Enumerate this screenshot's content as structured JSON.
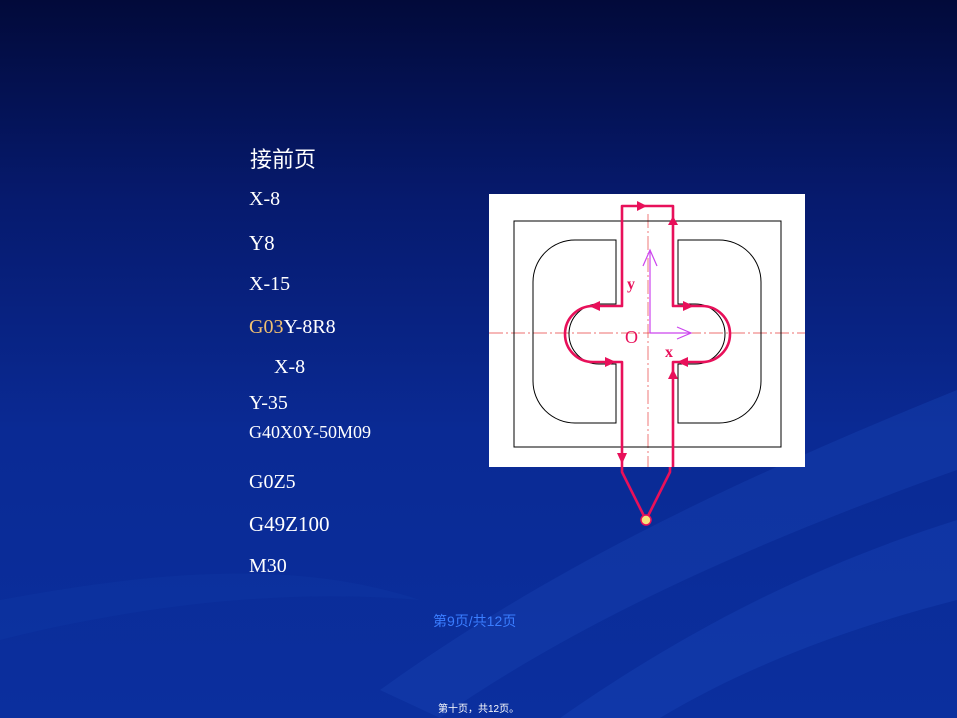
{
  "slide": {
    "heading": "接前页",
    "lines": [
      {
        "text": "X-8"
      },
      {
        "text": "Y8"
      },
      {
        "text": "X-15"
      },
      {
        "accent": "G03",
        "text": "Y-8R8"
      },
      {
        "text": "X-8"
      },
      {
        "text": "Y-35"
      },
      {
        "text": "G40X0Y-50M09"
      },
      {
        "text": "G0Z5"
      },
      {
        "text": "G49Z100"
      },
      {
        "text": "M30"
      }
    ],
    "page_number": "第9页/共12页",
    "footer_note": "第十页，共12页。"
  },
  "figure": {
    "label_y": "y",
    "label_x": "x",
    "label_origin": "O",
    "colors": {
      "toolpath": "#e8105a",
      "axis_arrow": "#cc44ee",
      "centerline": "#e84040",
      "outline": "#000000"
    }
  }
}
